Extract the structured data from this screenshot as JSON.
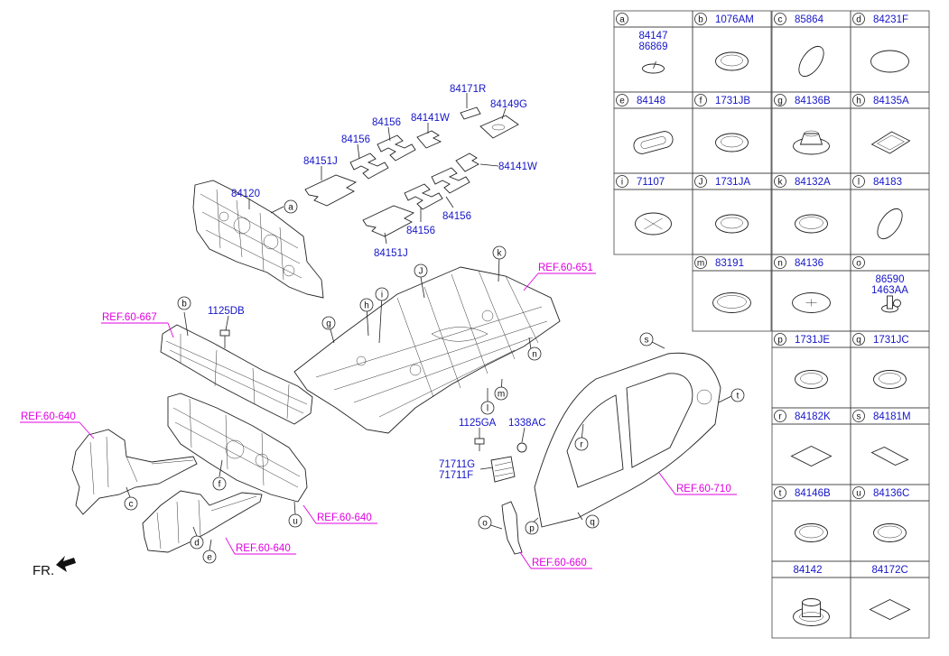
{
  "diagram": {
    "fr_label": "FR.",
    "part_numbers": {
      "p84171R": "84171R",
      "p84149G": "84149G",
      "p84141W_top": "84141W",
      "p84156_top": "84156",
      "p84156_mid": "84156",
      "p84151J_top": "84151J",
      "p84120": "84120",
      "p84141W_right": "84141W",
      "p84156_r1": "84156",
      "p84156_r2": "84156",
      "p84151J_bot": "84151J",
      "p1125DB": "1125DB",
      "p1125GA": "1125GA",
      "p1338AC": "1338AC",
      "p71711G": "71711G",
      "p71711F": "71711F"
    },
    "refs": {
      "r651": "REF.60-651",
      "r667": "REF.60-667",
      "r640a": "REF.60-640",
      "r640b": "REF.60-640",
      "r640c": "REF.60-640",
      "r710": "REF.60-710",
      "r660": "REF.60-660"
    },
    "callouts": {
      "a": "a",
      "b": "b",
      "c": "c",
      "d": "d",
      "e": "e",
      "f": "f",
      "g": "g",
      "h": "h",
      "i": "i",
      "J": "J",
      "k": "k",
      "l": "l",
      "m": "m",
      "n": "n",
      "o": "o",
      "p": "p",
      "q": "q",
      "r": "r",
      "s": "s",
      "t": "t",
      "u": "u"
    }
  },
  "legend_table": {
    "cells": [
      {
        "letter": "a",
        "part": "",
        "sub": [
          "84147",
          "86869"
        ],
        "shape": "grommet-pin"
      },
      {
        "letter": "b",
        "part": "1076AM",
        "sub": [],
        "shape": "ring-plug"
      },
      {
        "letter": "c",
        "part": "85864",
        "sub": [],
        "shape": "tilted-disc"
      },
      {
        "letter": "d",
        "part": "84231F",
        "sub": [],
        "shape": "flat-oval"
      },
      {
        "letter": "e",
        "part": "84148",
        "sub": [],
        "shape": "rect-grommet"
      },
      {
        "letter": "f",
        "part": "1731JB",
        "sub": [],
        "shape": "ring-plug"
      },
      {
        "letter": "g",
        "part": "84136B",
        "sub": [],
        "shape": "vented-plug"
      },
      {
        "letter": "h",
        "part": "84135A",
        "sub": [],
        "shape": "rect-cap"
      },
      {
        "letter": "i",
        "part": "71107",
        "sub": [],
        "shape": "x-plug"
      },
      {
        "letter": "J",
        "part": "1731JA",
        "sub": [],
        "shape": "ring-plug"
      },
      {
        "letter": "k",
        "part": "84132A",
        "sub": [],
        "shape": "thin-plug"
      },
      {
        "letter": "l",
        "part": "84183",
        "sub": [],
        "shape": "tilted-disc"
      },
      {
        "letter": "m",
        "part": "83191",
        "sub": [],
        "shape": "flat-plug"
      },
      {
        "letter": "n",
        "part": "84136",
        "sub": [],
        "shape": "star-plug"
      },
      {
        "letter": "o",
        "part": "",
        "sub": [
          "86590",
          "1463AA"
        ],
        "shape": "screw"
      },
      {
        "letter": "p",
        "part": "1731JE",
        "sub": [],
        "shape": "ring-plug"
      },
      {
        "letter": "q",
        "part": "1731JC",
        "sub": [],
        "shape": "ring-plug"
      },
      {
        "letter": "r",
        "part": "84182K",
        "sub": [],
        "shape": "pad"
      },
      {
        "letter": "s",
        "part": "84181M",
        "sub": [],
        "shape": "pad-small"
      },
      {
        "letter": "t",
        "part": "84146B",
        "sub": [],
        "shape": "thin-plug"
      },
      {
        "letter": "u",
        "part": "84136C",
        "sub": [],
        "shape": "thin-plug"
      },
      {
        "letter": "",
        "part": "84142",
        "sub": [],
        "shape": "tall-grommet"
      },
      {
        "letter": "",
        "part": "84172C",
        "sub": [],
        "shape": "pad"
      }
    ]
  },
  "colors": {
    "part_number": "#1515c8",
    "reference": "#e000e0",
    "line": "#222222"
  }
}
